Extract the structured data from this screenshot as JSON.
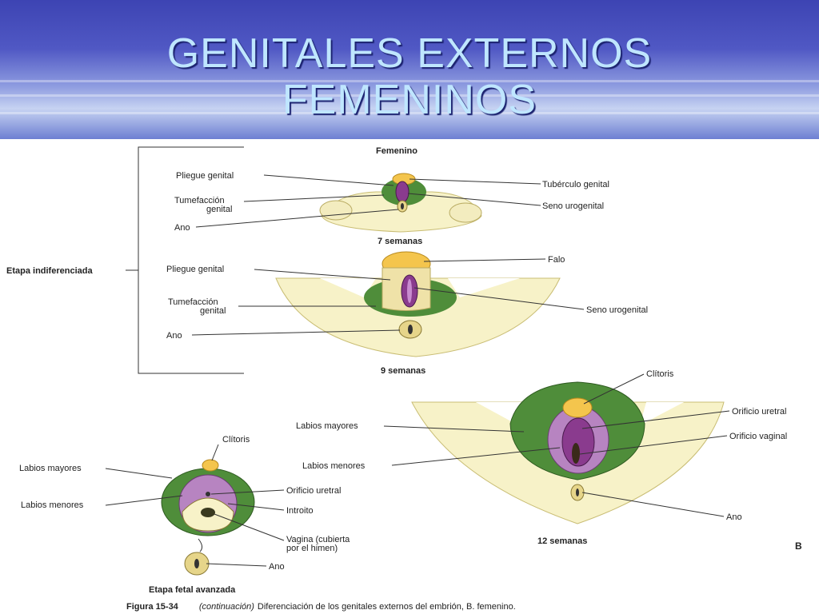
{
  "slide": {
    "title_line1": "GENITALES EXTERNOS",
    "title_line2": "FEMENINOS"
  },
  "colors": {
    "labium_green": "#4f8d3a",
    "sinus_purple": "#8a3b8e",
    "tubercle_yellow": "#f4c54d",
    "body_cream": "#f7f2c8"
  },
  "figure": {
    "header": "Femenino",
    "indifferent_stage": "Etapa indiferenciada",
    "stage_7": {
      "caption": "7 semanas",
      "pliegue": "Pliegue genital",
      "tumefaccion_1": "Tumefacción",
      "tumefaccion_2": "genital",
      "ano": "Ano",
      "tuberculo": "Tubérculo genital",
      "seno": "Seno urogenital"
    },
    "stage_9": {
      "caption": "9 semanas",
      "pliegue": "Pliegue genital",
      "tumefaccion_1": "Tumefacción",
      "tumefaccion_2": "genital",
      "ano": "Ano",
      "falo": "Falo",
      "seno": "Seno urogenital"
    },
    "stage_12": {
      "caption": "12 semanas",
      "clitoris": "Clítoris",
      "labios_mayores": "Labios mayores",
      "labios_menores": "Labios menores",
      "orificio_uretral": "Orificio uretral",
      "orificio_vaginal": "Orificio vaginal",
      "ano": "Ano"
    },
    "late_stage": {
      "caption": "Etapa fetal avanzada",
      "clitoris": "Clítoris",
      "labios_mayores": "Labios mayores",
      "labios_menores": "Labios menores",
      "orificio_uretral": "Orificio uretral",
      "introito": "Introito",
      "vagina_1": "Vagina (cubierta",
      "vagina_2": "por el himen)",
      "ano": "Ano"
    },
    "panel_letter": "B",
    "caption_label": "Figura 15-34",
    "caption_continuation": "(continuación)",
    "caption_text": "Diferenciación de los genitales externos del embrión, B. femenino."
  }
}
